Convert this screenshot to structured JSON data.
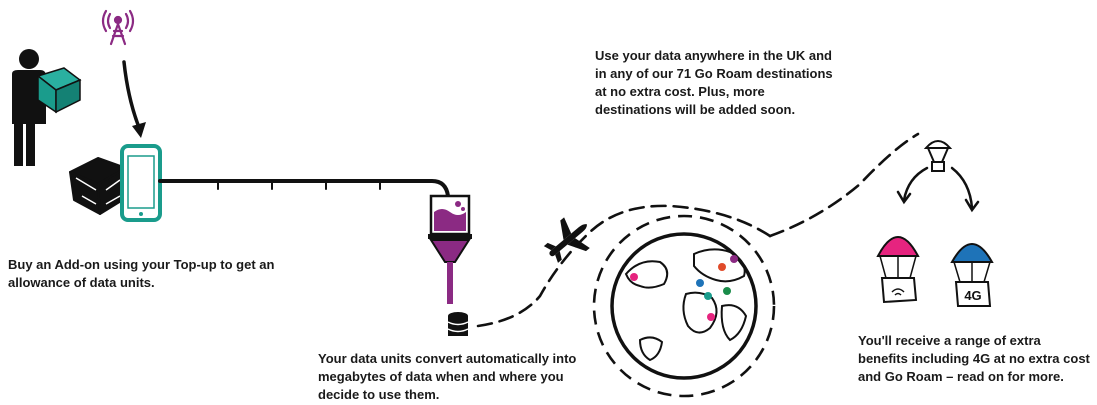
{
  "captions": {
    "buy": "Buy an Add-on using your Top-up to get an allowance of data units.",
    "convert": "Your data units convert automatically into megabytes of data when and where you decide to use them.",
    "roam": "Use your data anywhere in the UK and in any of our 71 Go Roam destinations at no extra cost. Plus, more destinations will be added soon.",
    "benefits": "You'll receive a range of extra benefits including 4G at no extra cost and Go Roam – read on for more."
  },
  "parcel_badge": "4G",
  "colors": {
    "purple": "#8b2a83",
    "teal": "#1a9c8c",
    "pink": "#e6247f",
    "blue": "#1e73b8",
    "ink": "#111111"
  },
  "icons": [
    "radio-tower-icon",
    "delivery-person-icon",
    "open-box-icon",
    "smartphone-icon",
    "funnel-icon",
    "database-icon",
    "airplane-icon",
    "globe-icon",
    "supply-drop-icon",
    "parachute-parcel-icon"
  ]
}
